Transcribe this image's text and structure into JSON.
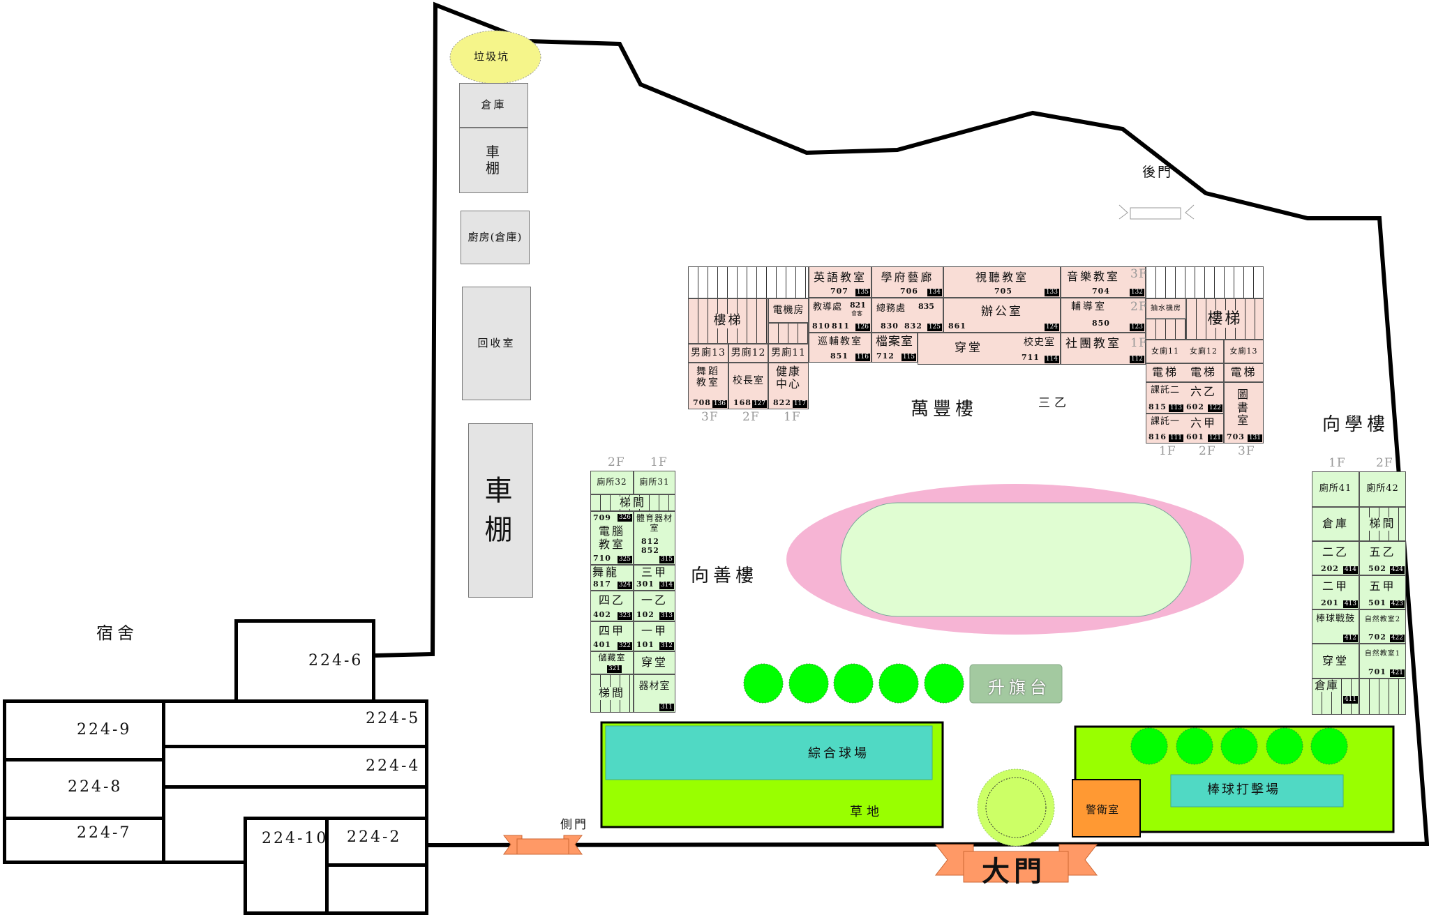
{
  "labels": {
    "dorm": "宿舍",
    "wanfeng": "萬豐樓",
    "sany": "三乙",
    "xiangxue": "向學樓",
    "xiangshan": "向善樓",
    "back_gate": "後門",
    "side_gate": "側門",
    "main_gate": "大門",
    "flag": "升旗台",
    "court": "綜合球場",
    "grass": "草地",
    "batting": "棒球打擊場",
    "guard": "警衛室"
  },
  "dorm": [
    "224-6",
    "224-9",
    "224-5",
    "224-8",
    "224-4",
    "224-7",
    "224-10",
    "224-2"
  ],
  "west": {
    "garbage": "垃圾坑",
    "storage": "倉庫",
    "bikeshed_small": "車棚",
    "kitchen": "廚房(倉庫)",
    "recycle": "回收室",
    "bikeshed_large": "車棚"
  },
  "wf": [
    {
      "name": "男廁13"
    },
    {
      "name": "男廁12"
    },
    {
      "name": "男廁11"
    },
    {
      "name": "舞蹈教室",
      "num": "708",
      "badge": "136"
    },
    {
      "name": "校長室",
      "num": "168",
      "badge": "127"
    },
    {
      "name": "健康中心",
      "num": "822",
      "badge": "117"
    },
    {
      "name": "樓梯"
    },
    {
      "name": "電機房"
    },
    {
      "name": "英語教室",
      "num": "707",
      "badge": "135"
    },
    {
      "name": "學府藝廊",
      "num": "706",
      "badge": "134"
    },
    {
      "name": "視聽教室",
      "num": "705",
      "badge": "133"
    },
    {
      "name": "音樂教室",
      "num": "704",
      "badge": "132"
    },
    {
      "name": "教導處",
      "num": "810",
      "num2": "811",
      "num3": "821",
      "note": "會客",
      "badge": "126"
    },
    {
      "name": "總務處",
      "num": "830",
      "num2": "832",
      "num3": "835",
      "badge": "125"
    },
    {
      "name": "辦公室",
      "num": "861",
      "badge": "124"
    },
    {
      "name": "輔導室",
      "num": "850",
      "badge": "123"
    },
    {
      "name": "巡輔教室",
      "num": "851",
      "badge": "116"
    },
    {
      "name": "檔案室",
      "num": "712",
      "badge": "115"
    },
    {
      "name": "穿堂"
    },
    {
      "name": "校史室",
      "num": "711",
      "badge": "114"
    },
    {
      "name": "社團教室",
      "badge": "112"
    },
    {
      "name": "抽水機房"
    },
    {
      "name": "樓梯"
    },
    {
      "name": "女廁11"
    },
    {
      "name": "女廁12"
    },
    {
      "name": "女廁13"
    },
    {
      "name": "電梯"
    },
    {
      "name": "電梯"
    },
    {
      "name": "電梯"
    },
    {
      "name": "課託二",
      "num": "815",
      "badge": "113"
    },
    {
      "name": "六乙",
      "num": "602",
      "badge": "122"
    },
    {
      "name": "課託一",
      "num": "816",
      "badge": "111"
    },
    {
      "name": "六甲",
      "num": "601",
      "badge": "121"
    },
    {
      "name": "圖書室",
      "num": "703",
      "badge": "131"
    }
  ],
  "wf_floors": {
    "left": [
      "3F",
      "2F",
      "1F"
    ],
    "mid": [
      "3F",
      "2F",
      "1F"
    ],
    "right": [
      "1F",
      "2F",
      "3F"
    ]
  },
  "xs": [
    {
      "name": "廁所32"
    },
    {
      "name": "廁所31"
    },
    {
      "name": "梯間"
    },
    {
      "name": "電腦教室",
      "num": "709",
      "badge": "326",
      "num2": "710",
      "badge2": "325"
    },
    {
      "name": "體育器材室",
      "num": "812",
      "num2": "852",
      "badge": "315"
    },
    {
      "name": "舞龍",
      "num": "817",
      "badge": "324"
    },
    {
      "name": "三甲",
      "num": "301",
      "badge": "314"
    },
    {
      "name": "四乙",
      "num": "402",
      "badge": "323"
    },
    {
      "name": "一乙",
      "num": "102",
      "badge": "313"
    },
    {
      "name": "四甲",
      "num": "401",
      "badge": "322"
    },
    {
      "name": "一甲",
      "num": "101",
      "badge": "312"
    },
    {
      "name": "儲藏室",
      "badge": "321"
    },
    {
      "name": "穿堂"
    },
    {
      "name": "梯間"
    },
    {
      "name": "器材室",
      "badge": "311"
    }
  ],
  "xs_floors": [
    "2F",
    "1F"
  ],
  "xx": [
    {
      "name": "廁所41"
    },
    {
      "name": "廁所42"
    },
    {
      "name": "倉庫"
    },
    {
      "name": "梯間"
    },
    {
      "name": "二乙",
      "num": "202",
      "badge": "414"
    },
    {
      "name": "五乙",
      "num": "502",
      "badge": "424"
    },
    {
      "name": "二甲",
      "num": "201",
      "badge": "413"
    },
    {
      "name": "五甲",
      "num": "501",
      "badge": "423"
    },
    {
      "name": "棒球戰鼓",
      "badge": "412"
    },
    {
      "name": "自然教室2",
      "num": "702",
      "badge": "422"
    },
    {
      "name": "穿堂"
    },
    {
      "name": "自然教室1",
      "num": "701",
      "badge": "421"
    },
    {
      "name": "倉庫",
      "badge": "411"
    }
  ],
  "xx_floors": [
    "1F",
    "2F"
  ],
  "colors": {
    "pink": "#f9ddd6",
    "green_building": "#dcfad2",
    "track": "#f6b4d4",
    "field": "#99ff00",
    "court": "#50d9c4",
    "tree": "#00ff00",
    "guard": "#ff9933",
    "gate": "#ff9966",
    "garbage": "#f5f58a"
  }
}
